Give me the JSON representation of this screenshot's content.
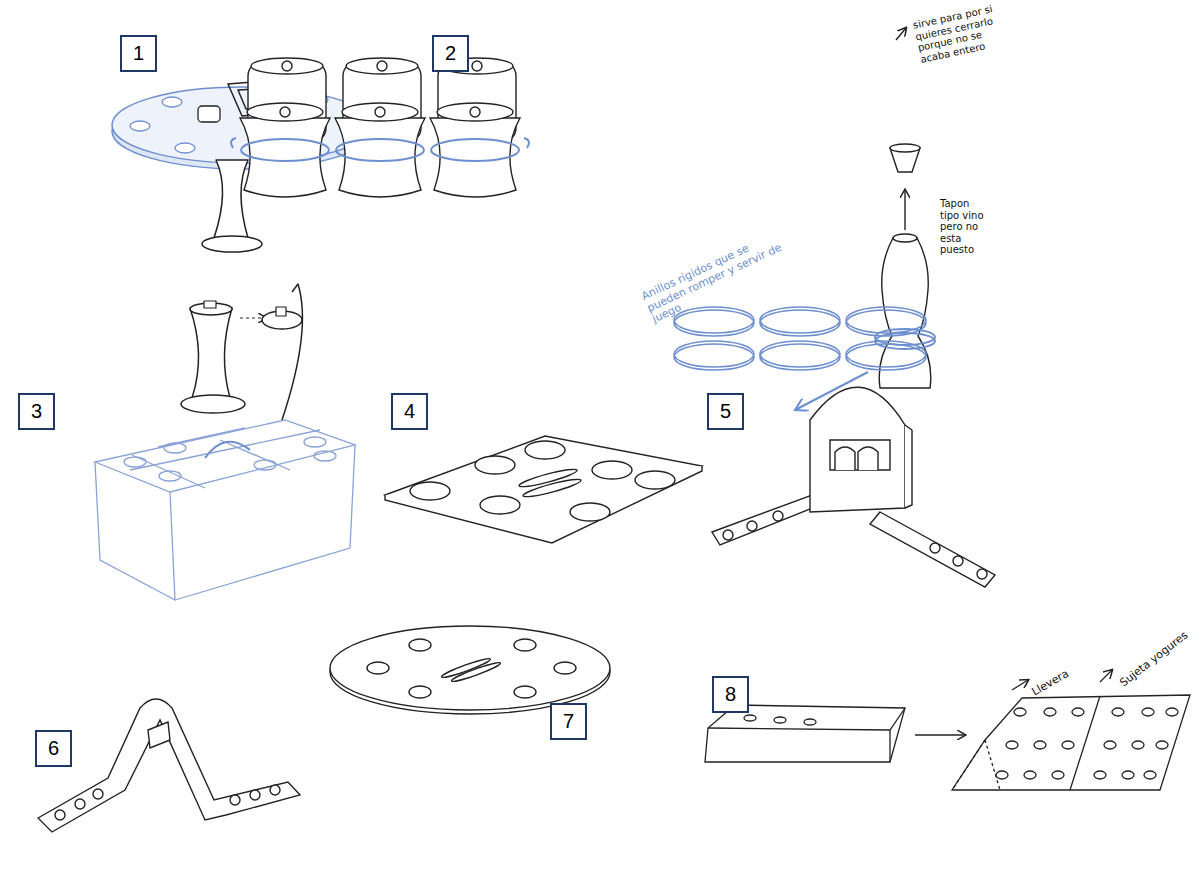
{
  "diagram": {
    "nodes": [
      {
        "text": [
          "1"
        ]
      },
      {
        "text": [
          "2"
        ]
      },
      {
        "text": [
          "3"
        ]
      },
      {
        "text": [
          "4"
        ]
      },
      {
        "text": [
          "5"
        ]
      },
      {
        "text": [
          "6"
        ]
      },
      {
        "text": [
          "7"
        ]
      },
      {
        "text": [
          "8"
        ]
      }
    ],
    "labels": [
      "sirve para por si quieres cerrarlo porque no se acaba entero",
      "Tapon tipo vino pero no esta puesto",
      "Anillos rigidos que se pueden romper y servir de juego",
      "Llevera",
      "Sujeta yogures"
    ]
  }
}
